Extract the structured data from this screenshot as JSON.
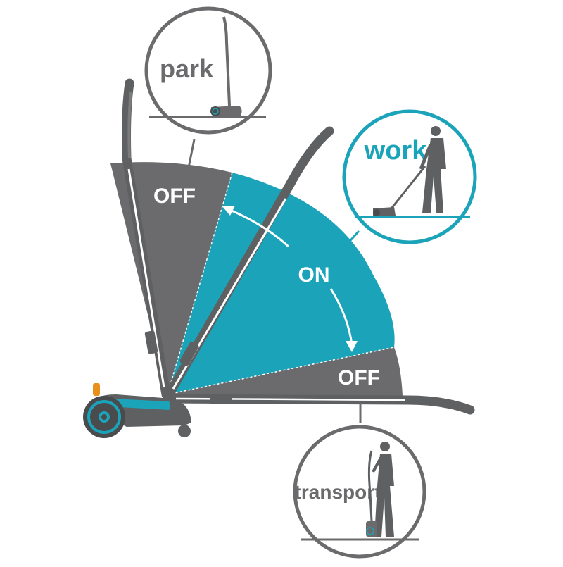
{
  "labels": {
    "park": "park",
    "work": "work",
    "transport": "transport",
    "off_upper": "OFF",
    "on": "ON",
    "off_lower": "OFF"
  },
  "colors": {
    "gray": "#6b6b6d",
    "teal": "#1ba3b9",
    "handle": "#5f6062",
    "white": "#ffffff"
  },
  "icons": {
    "park_mower": "park-mower-icon",
    "work_person": "work-person-icon",
    "transport_person": "transport-person-icon",
    "arrow": "curved-arrow-icon"
  }
}
